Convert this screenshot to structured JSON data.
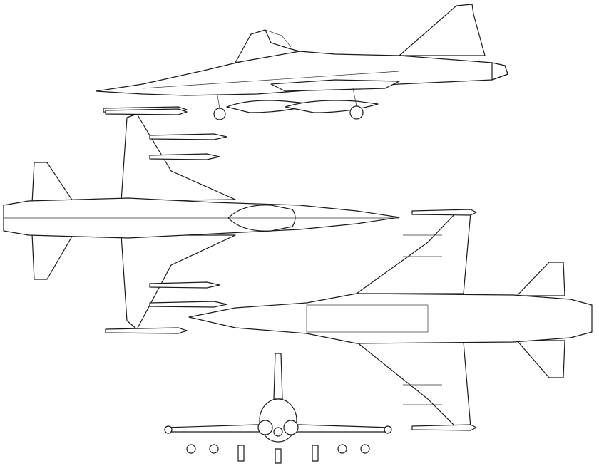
{
  "drawing": {
    "colors": {
      "line": "#1a1a1a",
      "background": "#ffffff"
    },
    "views": [
      "side-view",
      "top-view",
      "bottom-view",
      "front-view"
    ]
  }
}
